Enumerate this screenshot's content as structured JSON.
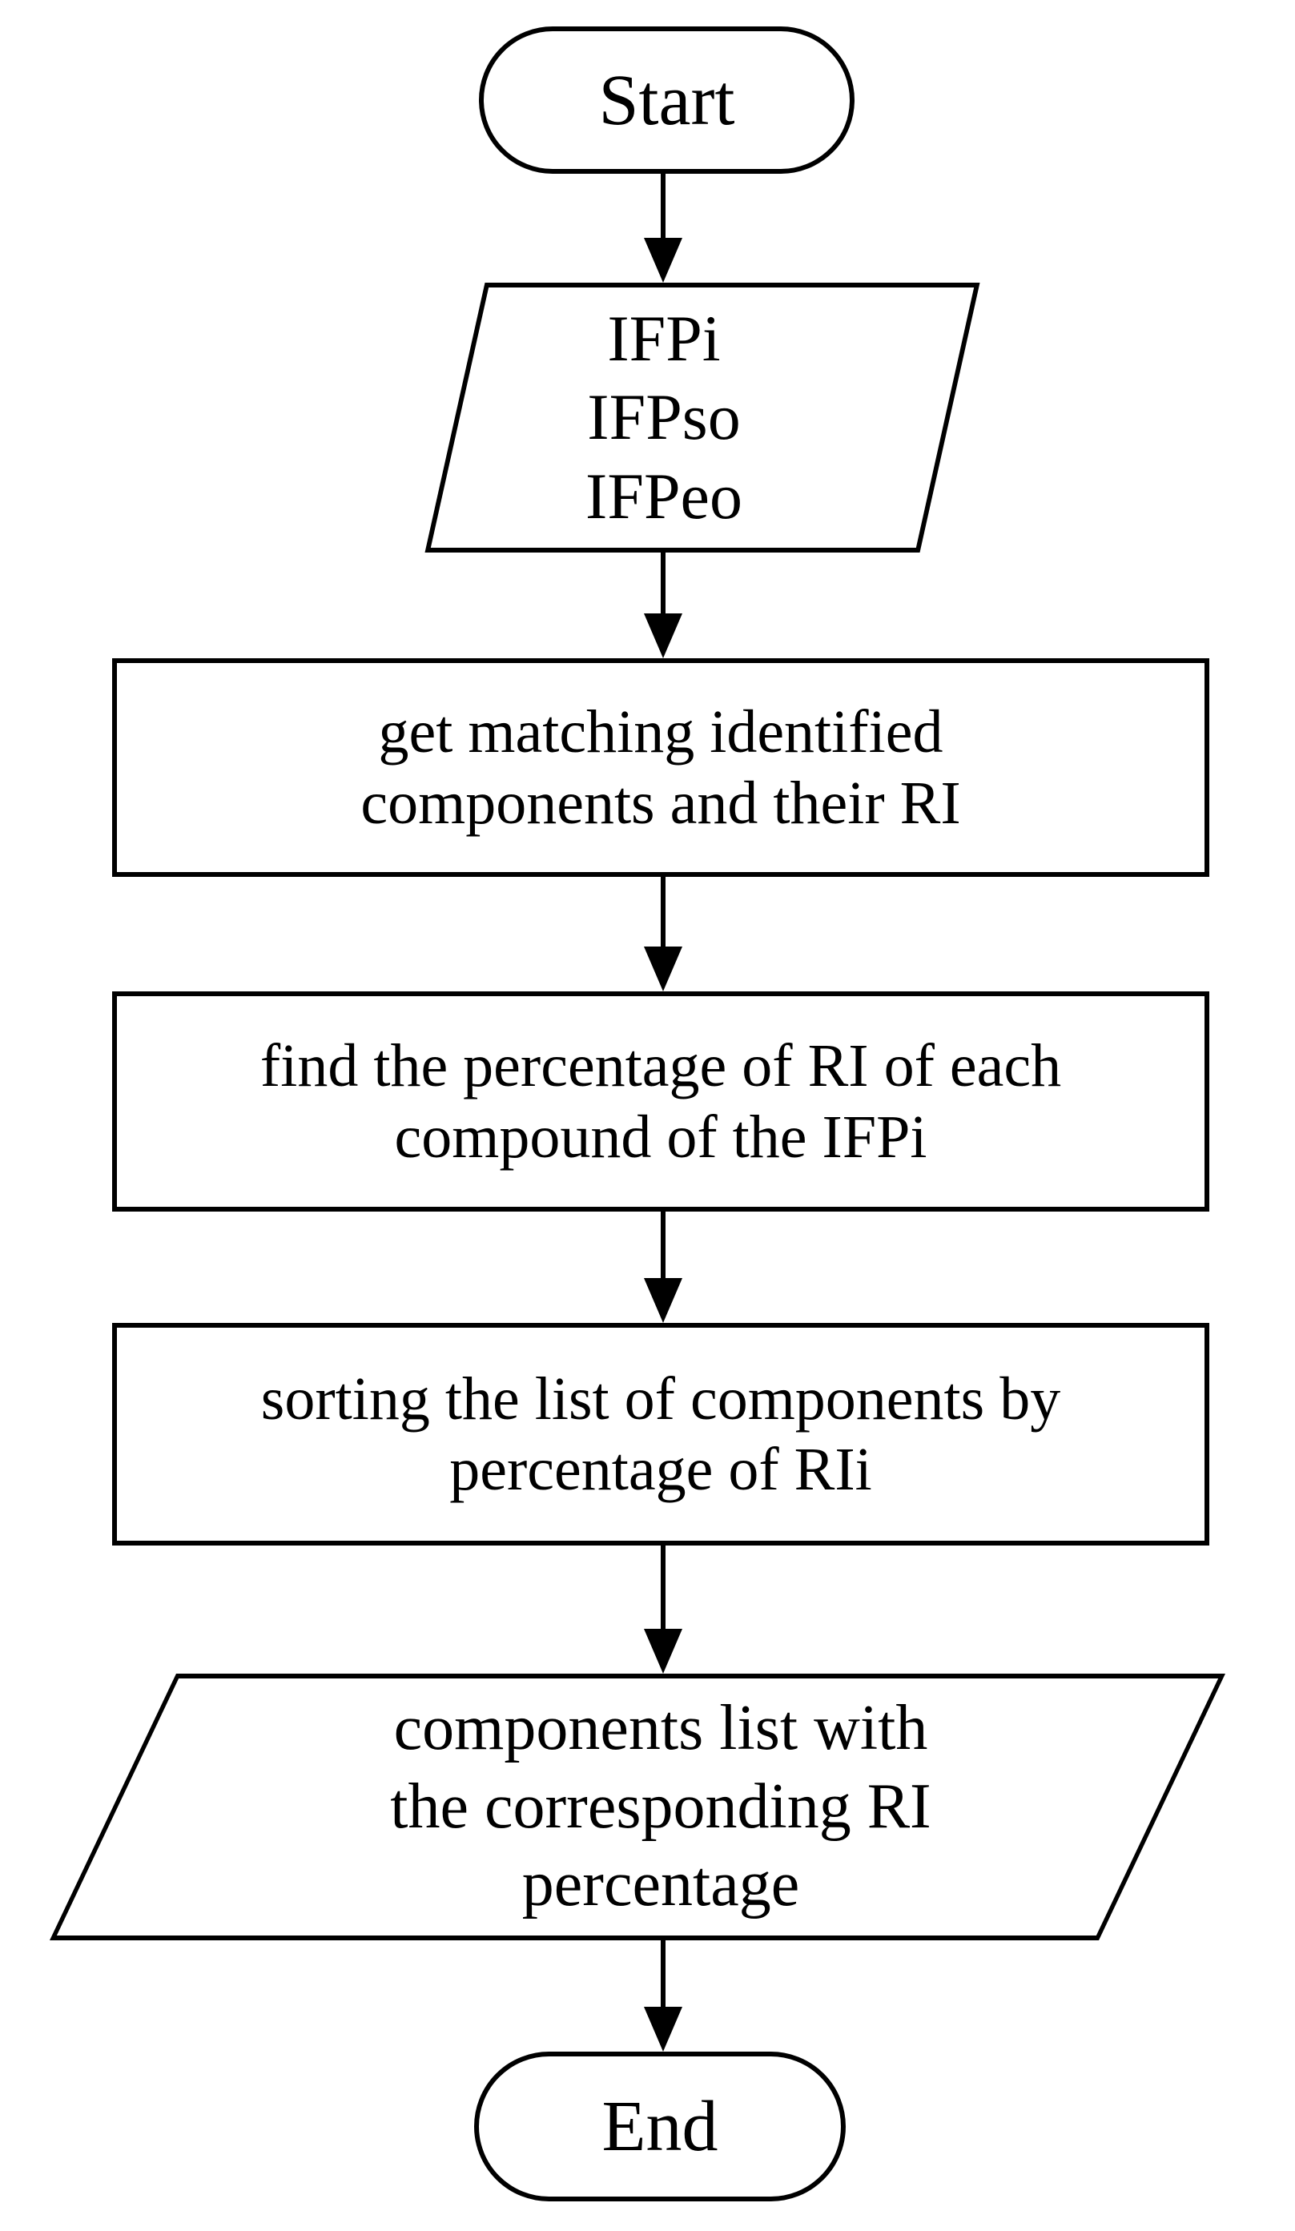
{
  "diagram": {
    "type": "flowchart",
    "colors": {
      "stroke": "#000000",
      "shape_fill": "#ffffff",
      "background": "#ffffff",
      "text": "#000000"
    },
    "nodes": {
      "start": {
        "shape": "terminator",
        "label": "Start"
      },
      "input": {
        "shape": "parallelogram-io",
        "lines": [
          "IFPi",
          "IFPso",
          "IFPeo"
        ]
      },
      "process1": {
        "shape": "process",
        "lines": [
          "get matching identified",
          "components and their RI"
        ]
      },
      "process2": {
        "shape": "process",
        "lines": [
          "find the percentage of RI of each",
          "compound of the IFPi"
        ]
      },
      "process3": {
        "shape": "process",
        "lines": [
          "sorting the list of components by",
          "percentage of RIi"
        ]
      },
      "output": {
        "shape": "parallelogram-io",
        "lines": [
          "components list with",
          "the corresponding RI",
          "percentage"
        ]
      },
      "end": {
        "shape": "terminator",
        "label": "End"
      }
    },
    "edges": [
      {
        "from": "start",
        "to": "input"
      },
      {
        "from": "input",
        "to": "process1"
      },
      {
        "from": "process1",
        "to": "process2"
      },
      {
        "from": "process2",
        "to": "process3"
      },
      {
        "from": "process3",
        "to": "output"
      },
      {
        "from": "output",
        "to": "end"
      }
    ]
  }
}
